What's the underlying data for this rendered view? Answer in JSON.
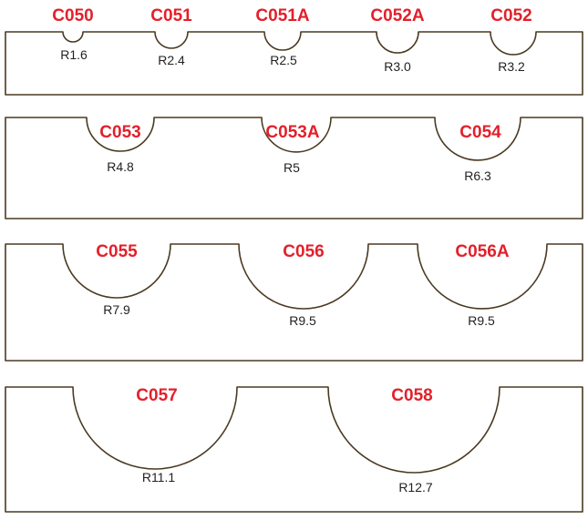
{
  "colors": {
    "code_text": "#e3202b",
    "radius_text": "#231f20",
    "wood_light": "#f2d9a0",
    "wood_mid": "#e6c07c",
    "wood_grain": "#c99a54",
    "outline": "#4a3a22"
  },
  "rows": [
    {
      "profiles": [
        {
          "code": "C050",
          "radius": "R1.6"
        },
        {
          "code": "C051",
          "radius": "R2.4"
        },
        {
          "code": "C051A",
          "radius": "R2.5"
        },
        {
          "code": "C052A",
          "radius": "R3.0"
        },
        {
          "code": "C052",
          "radius": "R3.2"
        }
      ]
    },
    {
      "profiles": [
        {
          "code": "C053",
          "radius": "R4.8"
        },
        {
          "code": "C053A",
          "radius": "R5"
        },
        {
          "code": "C054",
          "radius": "R6.3"
        }
      ]
    },
    {
      "profiles": [
        {
          "code": "C055",
          "radius": "R7.9"
        },
        {
          "code": "C056",
          "radius": "R9.5"
        },
        {
          "code": "C056A",
          "radius": "R9.5"
        }
      ]
    },
    {
      "profiles": [
        {
          "code": "C057",
          "radius": "R11.1"
        },
        {
          "code": "C058",
          "radius": "R12.7"
        }
      ]
    }
  ]
}
